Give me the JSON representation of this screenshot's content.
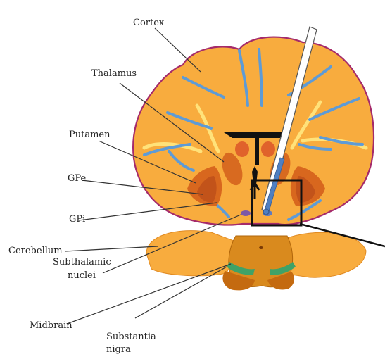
{
  "labels": {
    "cortex": "Cortex",
    "thalamus": "Thalamus",
    "putamen": "Putamen",
    "gpe": "GPe",
    "gpi": "GPi",
    "cerebellum": "Cerebellum",
    "subthalamic_line1": "Subthalamic",
    "subthalamic_line2": "nuclei",
    "midbrain": "Midbrain",
    "substantia_line1": "Substantia",
    "substantia_line2": "nigra"
  },
  "colors": {
    "brain_fill": "#F8AC3E",
    "brain_outline": "#A52A6A",
    "sulci_blue": "#5E9BD6",
    "light_stripe": "#FFE27A",
    "nuclei_orange": "#D8671E",
    "dark_nuclei": "#C65012",
    "midbrain": "#C9730E",
    "substantia_nigra": "#3FA267",
    "ventricle": "#111111",
    "electrode": "#FFFFFF",
    "electrode_tip": "#4F7FC1"
  }
}
